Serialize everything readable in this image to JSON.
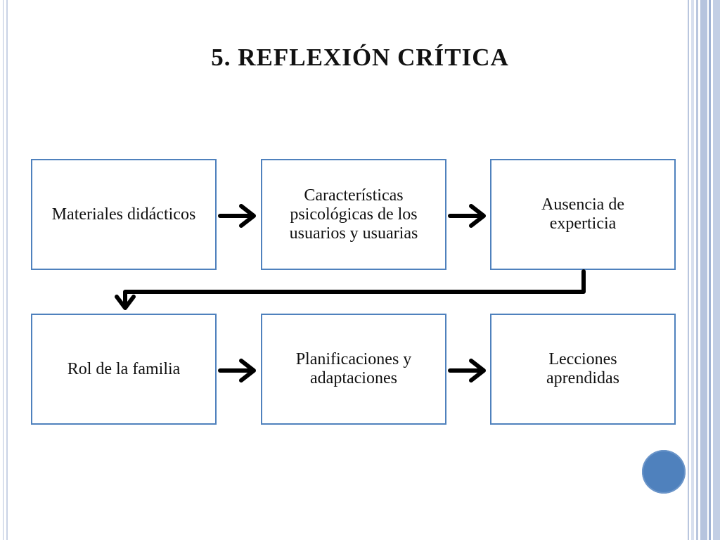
{
  "title": "5. REFLEXIÓN CRÍTICA",
  "boxes": [
    {
      "label": "Materiales didácticos"
    },
    {
      "label": "Características psicológicas de los usuarios y usuarias"
    },
    {
      "label": "Ausencia de experticia"
    },
    {
      "label": "Rol de la familia"
    },
    {
      "label": "Planificaciones y adaptaciones"
    },
    {
      "label": "Lecciones aprendidas"
    }
  ],
  "colors": {
    "box_border": "#4f81bd",
    "arrow": "#000000",
    "accent_dot": "#4f81bd",
    "side_stripes": "#b6c4de"
  }
}
